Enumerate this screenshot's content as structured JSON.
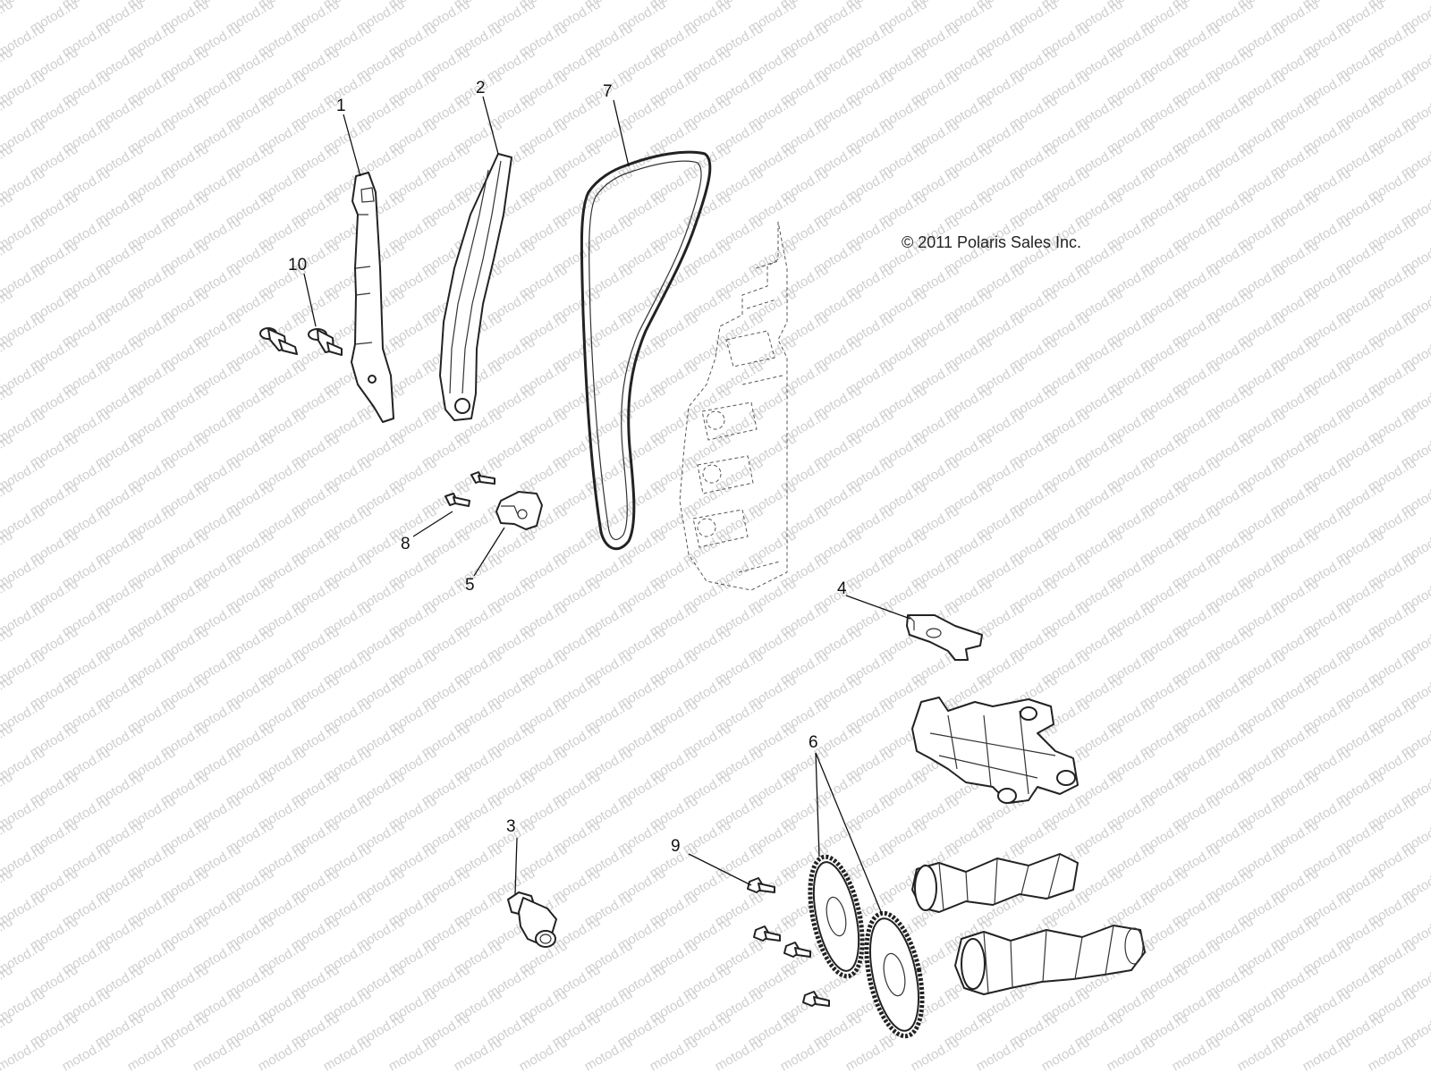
{
  "watermark": {
    "text": "motod.ru",
    "color": "#cfcfcf"
  },
  "copyright": "© 2011 Polaris Sales Inc.",
  "callouts": [
    {
      "id": "1",
      "label": "1"
    },
    {
      "id": "2",
      "label": "2"
    },
    {
      "id": "3",
      "label": "3"
    },
    {
      "id": "4",
      "label": "4"
    },
    {
      "id": "5",
      "label": "5"
    },
    {
      "id": "6",
      "label": "6"
    },
    {
      "id": "7",
      "label": "7"
    },
    {
      "id": "8",
      "label": "8"
    },
    {
      "id": "9",
      "label": "9"
    },
    {
      "id": "10",
      "label": "10"
    }
  ]
}
